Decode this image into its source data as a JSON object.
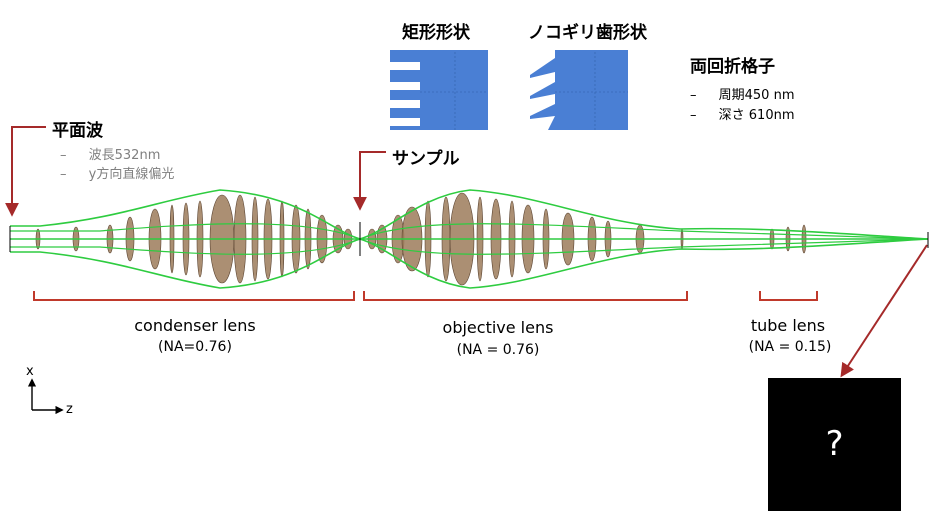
{
  "shapes": {
    "rect_title": "矩形形状",
    "saw_title": "ノコギリ歯形状",
    "fill_color": "#4a7fd4"
  },
  "grating": {
    "title": "両回折格子",
    "items": [
      "周期450 nm",
      "深さ 610nm"
    ]
  },
  "plane_wave": {
    "title": "平面波",
    "items": [
      "波長532nm",
      "y方向直線偏光"
    ]
  },
  "sample_label": "サンプル",
  "lenses": {
    "condenser": {
      "name": "condenser lens",
      "na": "(NA=0.76)"
    },
    "objective": {
      "name": "objective lens",
      "na": "(NA = 0.76)"
    },
    "tube": {
      "name": "tube lens",
      "na": "(NA = 0.15)"
    }
  },
  "axes": {
    "x_label": "x",
    "z_label": "z"
  },
  "result_box": {
    "symbol": "?"
  },
  "colors": {
    "ray": "#2ecc40",
    "lens_fill": "#9c7b5b",
    "arrow": "#a52a2a",
    "bracket": "#c0392b"
  },
  "bullet_dash": "–"
}
